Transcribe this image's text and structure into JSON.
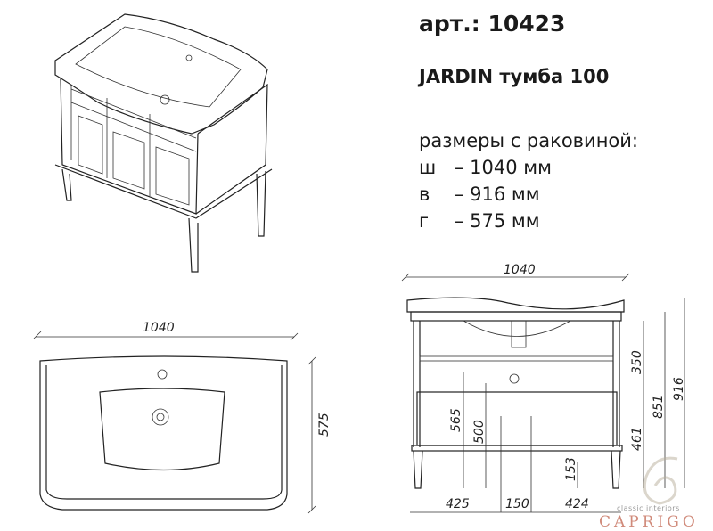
{
  "header": {
    "article": "арт.: 10423",
    "product_name": "JARDIN тумба 100"
  },
  "dimensions": {
    "title": "размеры с раковиной:",
    "rows": [
      {
        "key": "ш",
        "value": "– 1040 мм"
      },
      {
        "key": "в",
        "value": "– 916 мм"
      },
      {
        "key": "г",
        "value": "– 575 мм"
      }
    ]
  },
  "top_view": {
    "width": "1040",
    "depth": "575"
  },
  "front_view": {
    "width": "1040",
    "h350": "350",
    "h461": "461",
    "h851": "851",
    "h916": "916",
    "h565": "565",
    "h500": "500",
    "h153": "153",
    "w425": "425",
    "w150": "150",
    "w424": "424"
  },
  "logo": {
    "subtitle": "classic interiors",
    "brand": "CAPRIGO"
  }
}
